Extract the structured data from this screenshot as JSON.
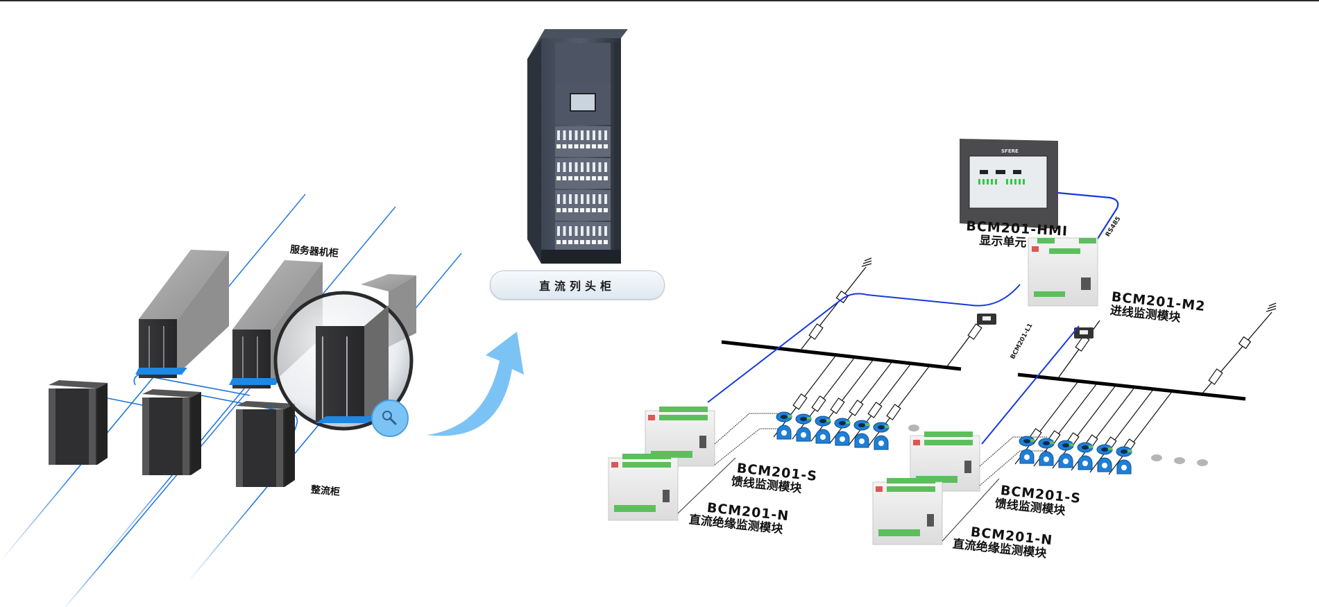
{
  "diagram": {
    "left_section": {
      "server_cabinet_label": "服务器机柜",
      "rectifier_cabinet_label": "整流柜",
      "magnifier_icon": "search-icon",
      "arrow_icon": "curved-arrow-up-icon"
    },
    "center_section": {
      "dc_head_cabinet_label": "直流列头柜"
    },
    "right_section": {
      "hmi": {
        "code": "BCM201-HMI",
        "desc": "显示单元",
        "brand": "SFERE"
      },
      "m2": {
        "code": "BCM201-M2",
        "desc": "进线监测模块"
      },
      "l1_label": "BCM201-L1",
      "rs485_label": "RS485",
      "group1": {
        "s": {
          "code": "BCM201-S",
          "desc": "馈线监测模块"
        },
        "n": {
          "code": "BCM201-N",
          "desc": "直流绝缘监测模块"
        }
      },
      "group2": {
        "s": {
          "code": "BCM201-S",
          "desc": "馈线监测模块"
        },
        "n": {
          "code": "BCM201-N",
          "desc": "直流绝缘监测模块"
        }
      },
      "continuation_icon": "ellipsis-dots-icon"
    },
    "colors": {
      "cable_blue": "#1a73d9",
      "bus_blue": "#1538e0",
      "cabinet_dark": "#2e2e30",
      "cabinet_grey": "#9a9a9a",
      "arrow_blue": "#7cc3f5",
      "terminal_green": "#5cbf5c",
      "sensor_blue": "#1f7fd6"
    }
  }
}
